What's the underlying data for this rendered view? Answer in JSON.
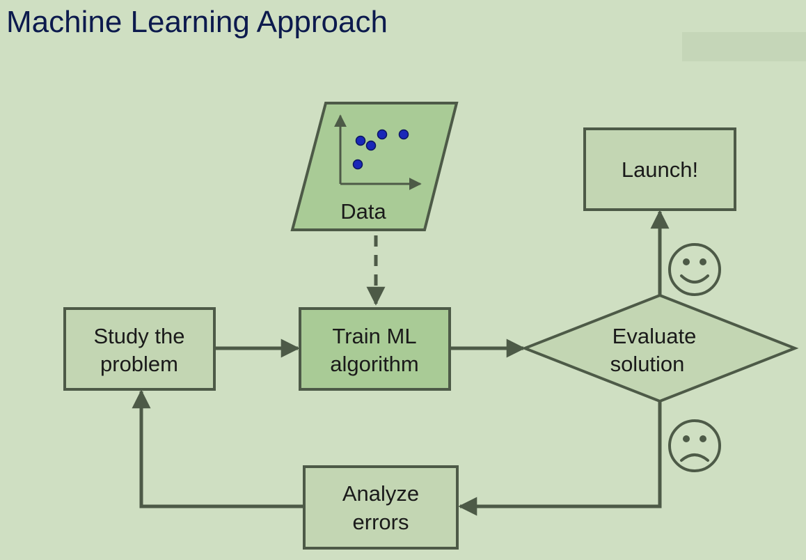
{
  "header": {
    "title": "Machine Learning Approach"
  },
  "nodes": {
    "data": {
      "label": "Data"
    },
    "launch": {
      "label": "Launch!"
    },
    "study": {
      "line1": "Study the",
      "line2": "problem"
    },
    "train": {
      "line1": "Train ML",
      "line2": "algorithm"
    },
    "evaluate": {
      "line1": "Evaluate",
      "line2": "solution"
    },
    "analyze": {
      "line1": "Analyze",
      "line2": "errors"
    }
  },
  "icons": {
    "happy": "smiling-face-icon",
    "sad": "frowning-face-icon",
    "scatter": "scatter-plot-icon"
  },
  "colors": {
    "background": "#cfdfc2",
    "box_fill": "#c3d6b3",
    "highlight_fill": "#a9cb96",
    "stroke": "#4d5a47",
    "point": "#1a28b8",
    "title": "#0c1a4d"
  }
}
